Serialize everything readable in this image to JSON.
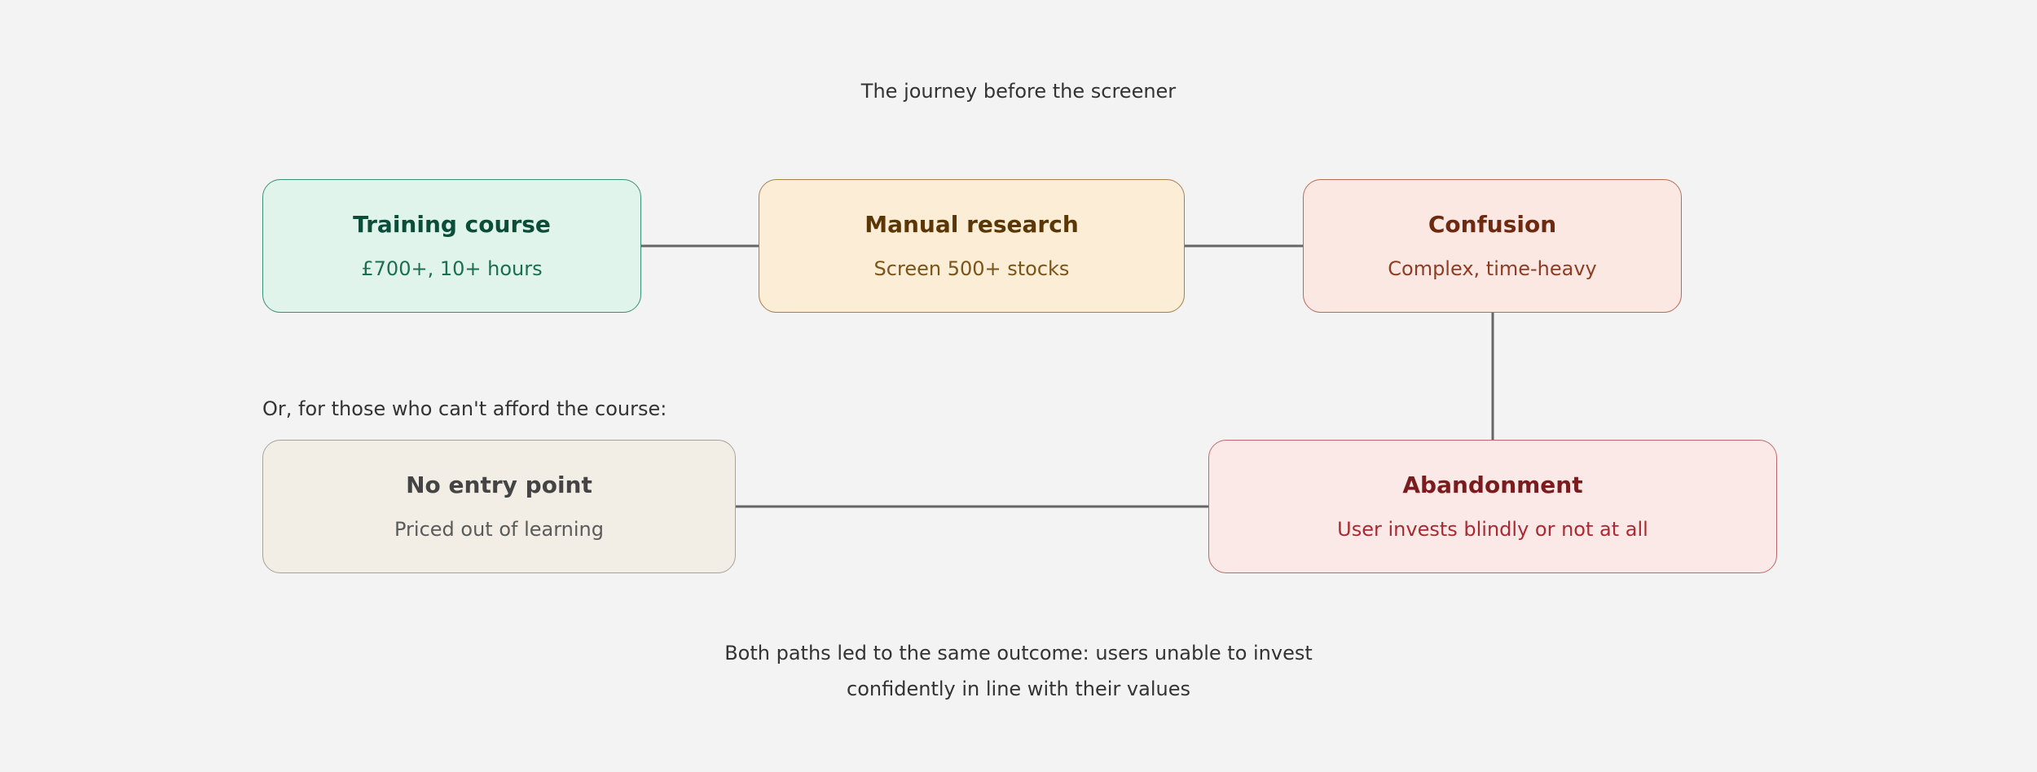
{
  "title": "The journey before the screener",
  "nodes": {
    "training": {
      "title": "Training course",
      "subtitle": "£700+, 10+ hours"
    },
    "manual": {
      "title": "Manual research",
      "subtitle": "Screen 500+ stocks"
    },
    "confusion": {
      "title": "Confusion",
      "subtitle": "Complex, time-heavy"
    },
    "no_entry": {
      "title": "No entry point",
      "subtitle": "Priced out of learning"
    },
    "abandonment": {
      "title": "Abandonment",
      "subtitle": "User invests blindly or not at all"
    }
  },
  "side_label": "Or, for those who can't afford the course:",
  "footer": {
    "line1": "Both paths led to the same outcome: users unable to invest",
    "line2": "confidently in line with their values"
  },
  "colors": {
    "background": "#f3f3f3",
    "connector": "#666666",
    "training_fill": "#e0f4ec",
    "manual_fill": "#fbedd6",
    "confusion_fill": "#fbe8e3",
    "no_entry_fill": "#f2eee6",
    "abandonment_fill": "#fbe9e8"
  }
}
